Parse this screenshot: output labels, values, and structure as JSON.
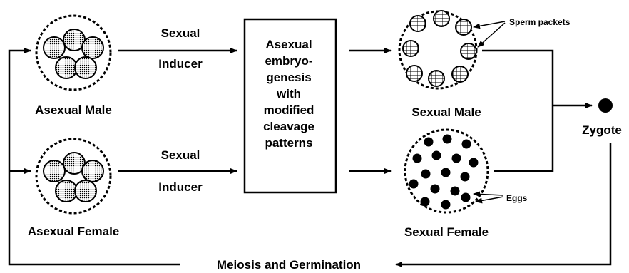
{
  "labels": {
    "asexual_male": "Asexual Male",
    "asexual_female": "Asexual Female",
    "sexual_male": "Sexual Male",
    "sexual_female": "Sexual Female",
    "zygote": "Zygote",
    "sperm_packets": "Sperm  packets",
    "eggs": "Eggs",
    "meiosis": "Meiosis and Germination"
  },
  "inducer_top": [
    "Sexual",
    "Inducer"
  ],
  "inducer_bottom": [
    "Sexual",
    "Inducer"
  ],
  "box_lines": [
    "Asexual",
    "embryo-",
    "genesis",
    "with",
    "modified",
    "cleavage",
    "patterns"
  ]
}
